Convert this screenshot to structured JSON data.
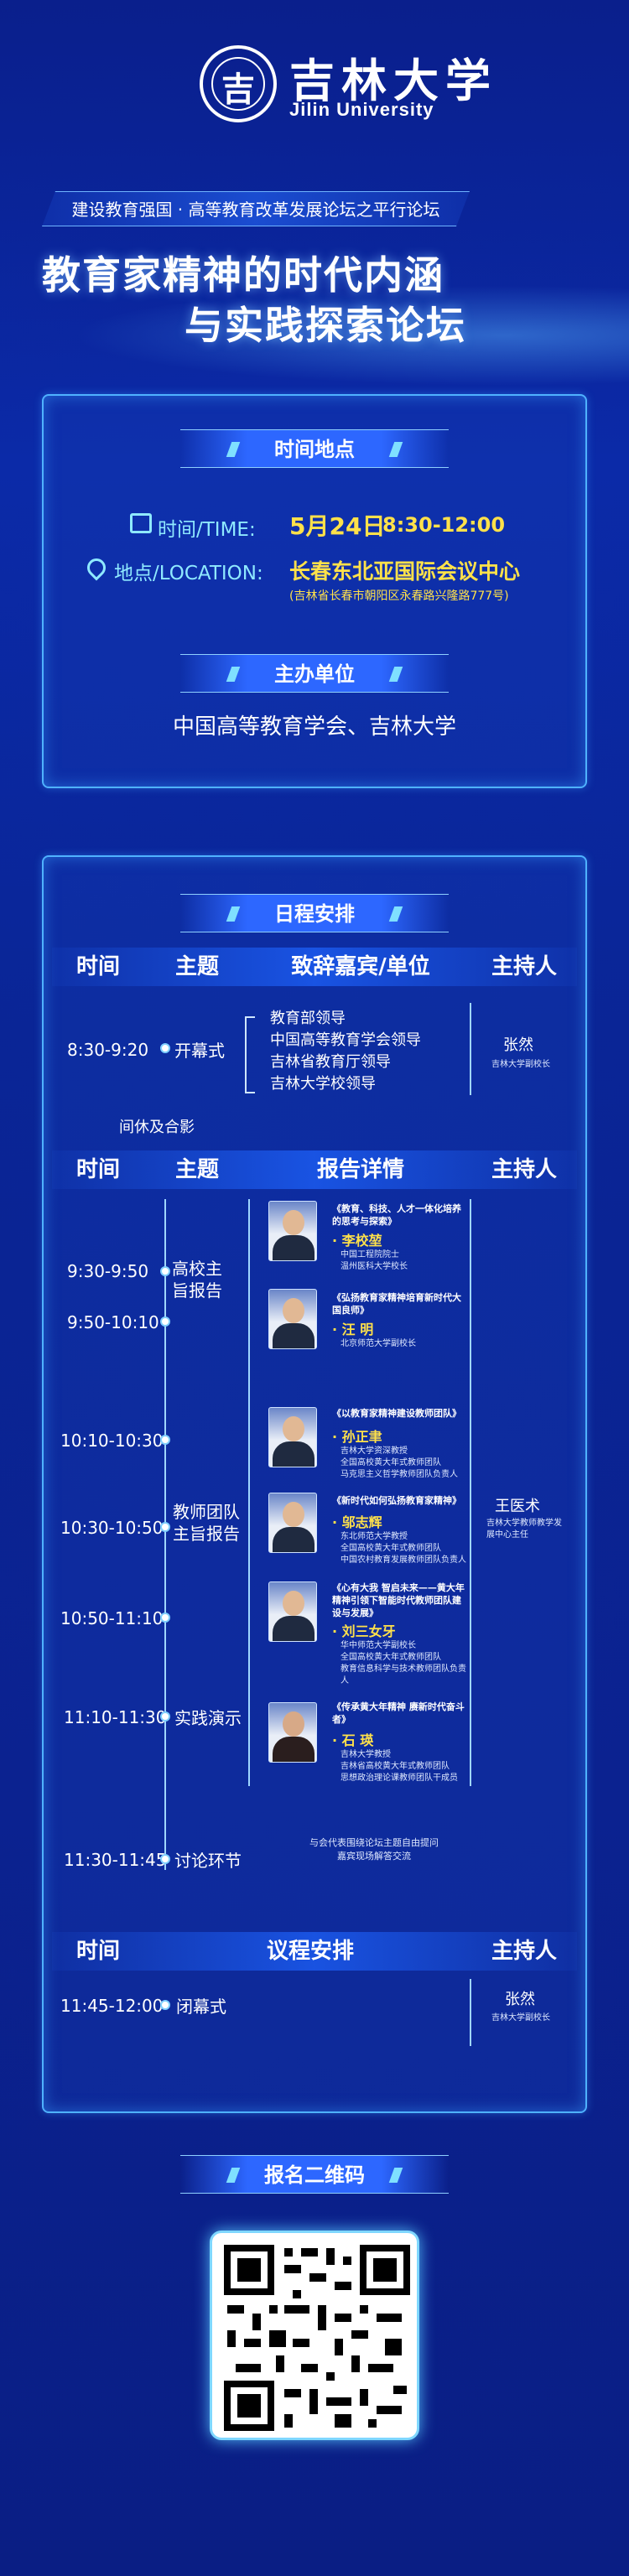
{
  "header": {
    "university_cn": "吉林大学",
    "university_en": "Jilin University",
    "subtitle": "建设教育强国 · 高等教育改革发展论坛之平行论坛",
    "title_line1": "教育家精神的时代内涵",
    "title_line2": "与实践探索论坛"
  },
  "info": {
    "time_place_tag": "时间地点",
    "time_label": "时间/TIME:",
    "date": "5月24日",
    "time": "8:30-12:00",
    "place_label": "地点/LOCATION:",
    "place": "长春东北亚国际会议中心",
    "address": "(吉林省长春市朝阳区永春路兴隆路777号)",
    "organizer_tag": "主办单位",
    "organizer": "中国高等教育学会、吉林大学"
  },
  "schedule": {
    "tag": "日程安排",
    "header1": [
      "时间",
      "主题",
      "致辞嘉宾/单位",
      "主持人"
    ],
    "opening": {
      "time": "8:30-9:20",
      "theme": "开幕式",
      "guests": [
        "教育部领导",
        "中国高等教育学会领导",
        "吉林省教育厅领导",
        "吉林大学校领导"
      ],
      "host_name": "张然",
      "host_title": "吉林大学副校长"
    },
    "break": "间休及合影",
    "header2": [
      "时间",
      "主题",
      "报告详情",
      "主持人"
    ],
    "themes": {
      "keynote": "高校主旨报告",
      "teacher_team": "教师团队主旨报告",
      "practice": "实践演示",
      "discussion": "讨论环节"
    },
    "times": [
      "9:30-9:50",
      "9:50-10:10",
      "10:10-10:30",
      "10:30-10:50",
      "10:50-11:10",
      "11:10-11:30",
      "11:30-11:45"
    ],
    "speakers": [
      {
        "title": "《教育、科技、人才一体化培养的思考与探索》",
        "name": "· 李校堃",
        "desc": "中国工程院院士\n温州医科大学校长"
      },
      {
        "title": "《弘扬教育家精神培育新时代大国良师》",
        "name": "· 汪 明",
        "desc": "北京师范大学副校长"
      },
      {
        "title": "《以教育家精神建设教师团队》",
        "name": "· 孙正聿",
        "desc": "吉林大学资深教授\n全国高校黄大年式教师团队\n马克思主义哲学教师团队负责人"
      },
      {
        "title": "《新时代如何弘扬教育家精神》",
        "name": "· 邬志辉",
        "desc": "东北师范大学教授\n全国高校黄大年式教师团队\n中国农村教育发展教师团队负责人"
      },
      {
        "title": "《心有大我 智启未来——黄大年精神引领下智能时代教师团队建设与发展》",
        "name": "· 刘三女牙",
        "desc": "华中师范大学副校长\n全国高校黄大年式教师团队\n教育信息科学与技术教师团队负责人"
      },
      {
        "title": "《传承黄大年精神 赓新时代奋斗者》",
        "name": "· 石 瑛",
        "desc": "吉林大学教授\n吉林省高校黄大年式教师团队\n思想政治理论课教师团队干成员"
      }
    ],
    "discussion_note": "与会代表围绕论坛主题自由提问\n嘉宾现场解答交流",
    "host2_name": "王医术",
    "host2_title": "吉林大学教师教学发展中心主任",
    "header3": [
      "时间",
      "议程安排",
      "主持人"
    ],
    "closing": {
      "time": "11:45-12:00",
      "theme": "闭幕式",
      "host_name": "张然",
      "host_title": "吉林大学副校长"
    }
  },
  "qr": {
    "tag": "报名二维码"
  },
  "colors": {
    "accent": "#4fb2ff",
    "highlight": "#ffe14a",
    "background": "#0b2aa8"
  }
}
